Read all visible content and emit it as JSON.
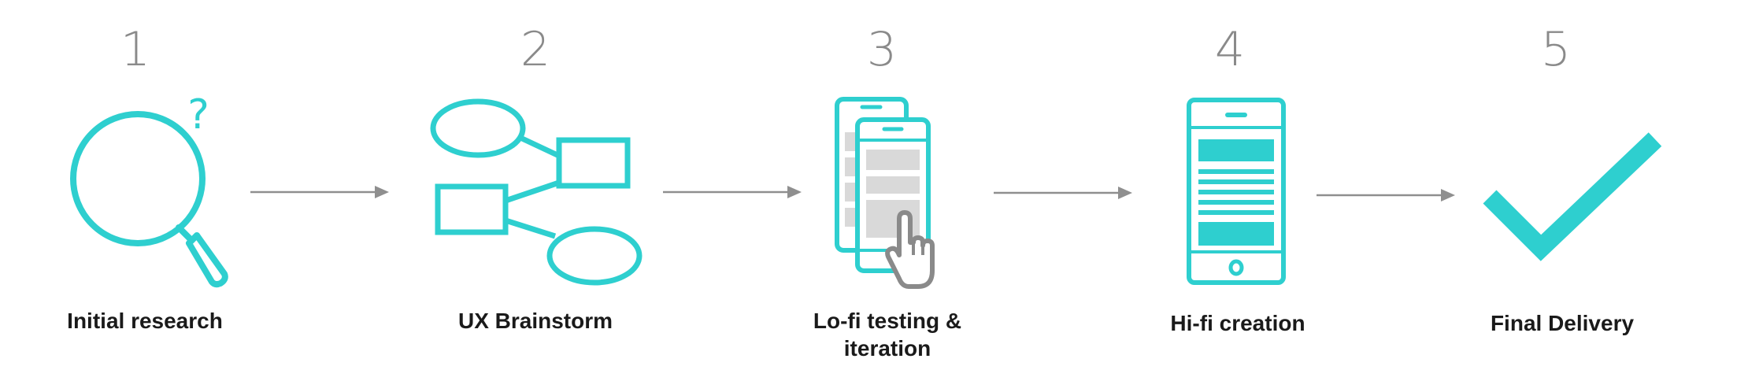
{
  "colors": {
    "accent": "#2ecfcf",
    "arrow": "#8f8f8f",
    "number": "#8a8a8a",
    "label": "#1a1a1a",
    "placeholder": "#d9d9d9",
    "hand": "#8a8a8a"
  },
  "steps": [
    {
      "number": "1",
      "label": "Initial research",
      "icon": "magnifier-question-icon"
    },
    {
      "number": "2",
      "label": "UX Brainstorm",
      "icon": "mind-map-icon"
    },
    {
      "number": "3",
      "label_line1": "Lo-fi testing &",
      "label_line2": "iteration",
      "icon": "lofi-phones-tap-icon"
    },
    {
      "number": "4",
      "label": "Hi-fi creation",
      "icon": "hifi-phone-icon"
    },
    {
      "number": "5",
      "label": "Final Delivery",
      "icon": "checkmark-icon"
    }
  ],
  "question_mark": "?"
}
